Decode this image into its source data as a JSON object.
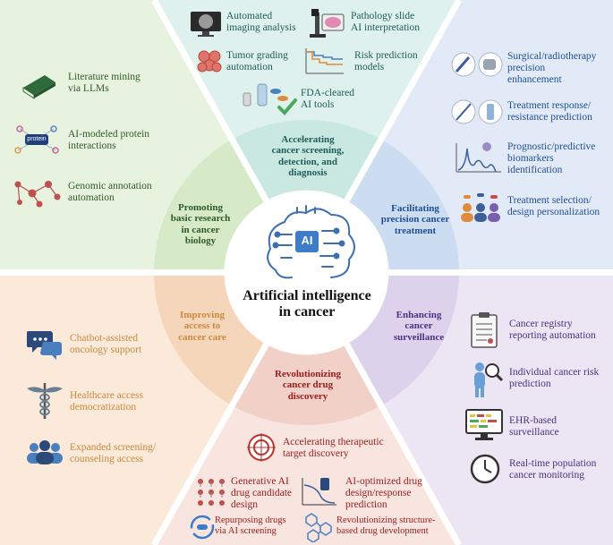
{
  "colors": {
    "green_bg": "#e8f3df",
    "green_inner": "#d6eac8",
    "green_text": "#2f5a2a",
    "teal_bg": "#dff1ec",
    "teal_inner": "#c9e8df",
    "teal_text": "#1e5c5a",
    "blue_bg": "#e2eaf7",
    "blue_inner": "#ccdcf1",
    "blue_text": "#1f4e96",
    "purple_bg": "#ece5f3",
    "purple_inner": "#ddd2ec",
    "purple_text": "#4a3282",
    "red_bg": "#f8e5e0",
    "red_inner": "#f1d0c8",
    "red_text": "#9b1c1c",
    "orange_bg": "#fbe9da",
    "orange_inner": "#f6d6bb",
    "orange_text": "#c98a3e"
  },
  "center": {
    "line1": "Artificial intelligence",
    "line2": "in cancer",
    "chip_label": "AI"
  },
  "sectors": {
    "basic_research": {
      "header": [
        "Promoting",
        "basic research",
        "in cancer",
        "biology"
      ],
      "items": [
        {
          "icon": "book-icon",
          "lines": [
            "Literature mining",
            "via LLMs"
          ]
        },
        {
          "icon": "protein-network-icon",
          "lines": [
            "AI-modeled protein",
            "interactions"
          ],
          "badge": "protein"
        },
        {
          "icon": "genome-network-icon",
          "lines": [
            "Genomic annotation",
            "automation"
          ]
        }
      ]
    },
    "screening": {
      "header": [
        "Accelerating",
        "cancer screening,",
        "detection, and",
        "diagnosis"
      ],
      "items": [
        {
          "icon": "imaging-monitor-icon",
          "lines": [
            "Automated",
            "imaging analysis"
          ]
        },
        {
          "icon": "microscope-icon",
          "lines": [
            "Pathology slide",
            "AI interpretation"
          ]
        },
        {
          "icon": "tumor-cells-icon",
          "lines": [
            "Tumor grading",
            "automation"
          ]
        },
        {
          "icon": "risk-curve-icon",
          "lines": [
            "Risk prediction",
            "models"
          ]
        },
        {
          "icon": "fda-tools-icon",
          "lines": [
            "FDA-cleared",
            "AI tools"
          ]
        }
      ]
    },
    "treatment": {
      "header": [
        "Facilitating",
        "precision cancer",
        "treatment"
      ],
      "items": [
        {
          "icon": "surgery-radiotherapy-icon",
          "lines": [
            "Surgical/radiotherapy",
            "precision",
            "enhancement"
          ]
        },
        {
          "icon": "treatment-response-icon",
          "lines": [
            "Treatment response/",
            "resistance prediction"
          ]
        },
        {
          "icon": "biomarker-peaks-icon",
          "lines": [
            "Prognostic/predictive",
            "biomarkers",
            "identification"
          ]
        },
        {
          "icon": "patients-pills-icon",
          "lines": [
            "Treatment selection/",
            "design personalization"
          ]
        }
      ]
    },
    "surveillance": {
      "header": [
        "Enhancing",
        "cancer",
        "surveillance"
      ],
      "items": [
        {
          "icon": "clipboard-icon",
          "lines": [
            "Cancer registry",
            "reporting automation"
          ]
        },
        {
          "icon": "person-magnifier-icon",
          "lines": [
            "Individual cancer risk",
            "prediction"
          ]
        },
        {
          "icon": "ehr-monitor-icon",
          "lines": [
            "EHR-based",
            "surveillance"
          ]
        },
        {
          "icon": "clock-icon",
          "lines": [
            "Real-time population",
            "cancer monitoring"
          ]
        }
      ]
    },
    "drug_discovery": {
      "header": [
        "Revolutionizing",
        "cancer drug",
        "discovery"
      ],
      "items": [
        {
          "icon": "target-icon",
          "lines": [
            "Accelerating therapeutic",
            "target discovery"
          ]
        },
        {
          "icon": "molecule-grid-icon",
          "lines": [
            "Generative AI",
            "drug candidate",
            "design"
          ]
        },
        {
          "icon": "drug-response-icon",
          "lines": [
            "AI-optimized drug",
            "design/response",
            "prediction"
          ]
        },
        {
          "icon": "repurposing-icon",
          "lines": [
            "Repurposing drugs",
            "via AI screening"
          ]
        },
        {
          "icon": "structure-icon",
          "lines": [
            "Revolutionizing structure-",
            "based drug development"
          ]
        }
      ]
    },
    "access": {
      "header": [
        "Improving",
        "access to",
        "cancer care"
      ],
      "items": [
        {
          "icon": "chat-bubbles-icon",
          "lines": [
            "Chatbot-assisted",
            "oncology support"
          ]
        },
        {
          "icon": "caduceus-icon",
          "lines": [
            "Healthcare access",
            "democratization"
          ]
        },
        {
          "icon": "people-group-icon",
          "lines": [
            "Expanded screening/",
            "counseling access"
          ]
        }
      ]
    }
  }
}
